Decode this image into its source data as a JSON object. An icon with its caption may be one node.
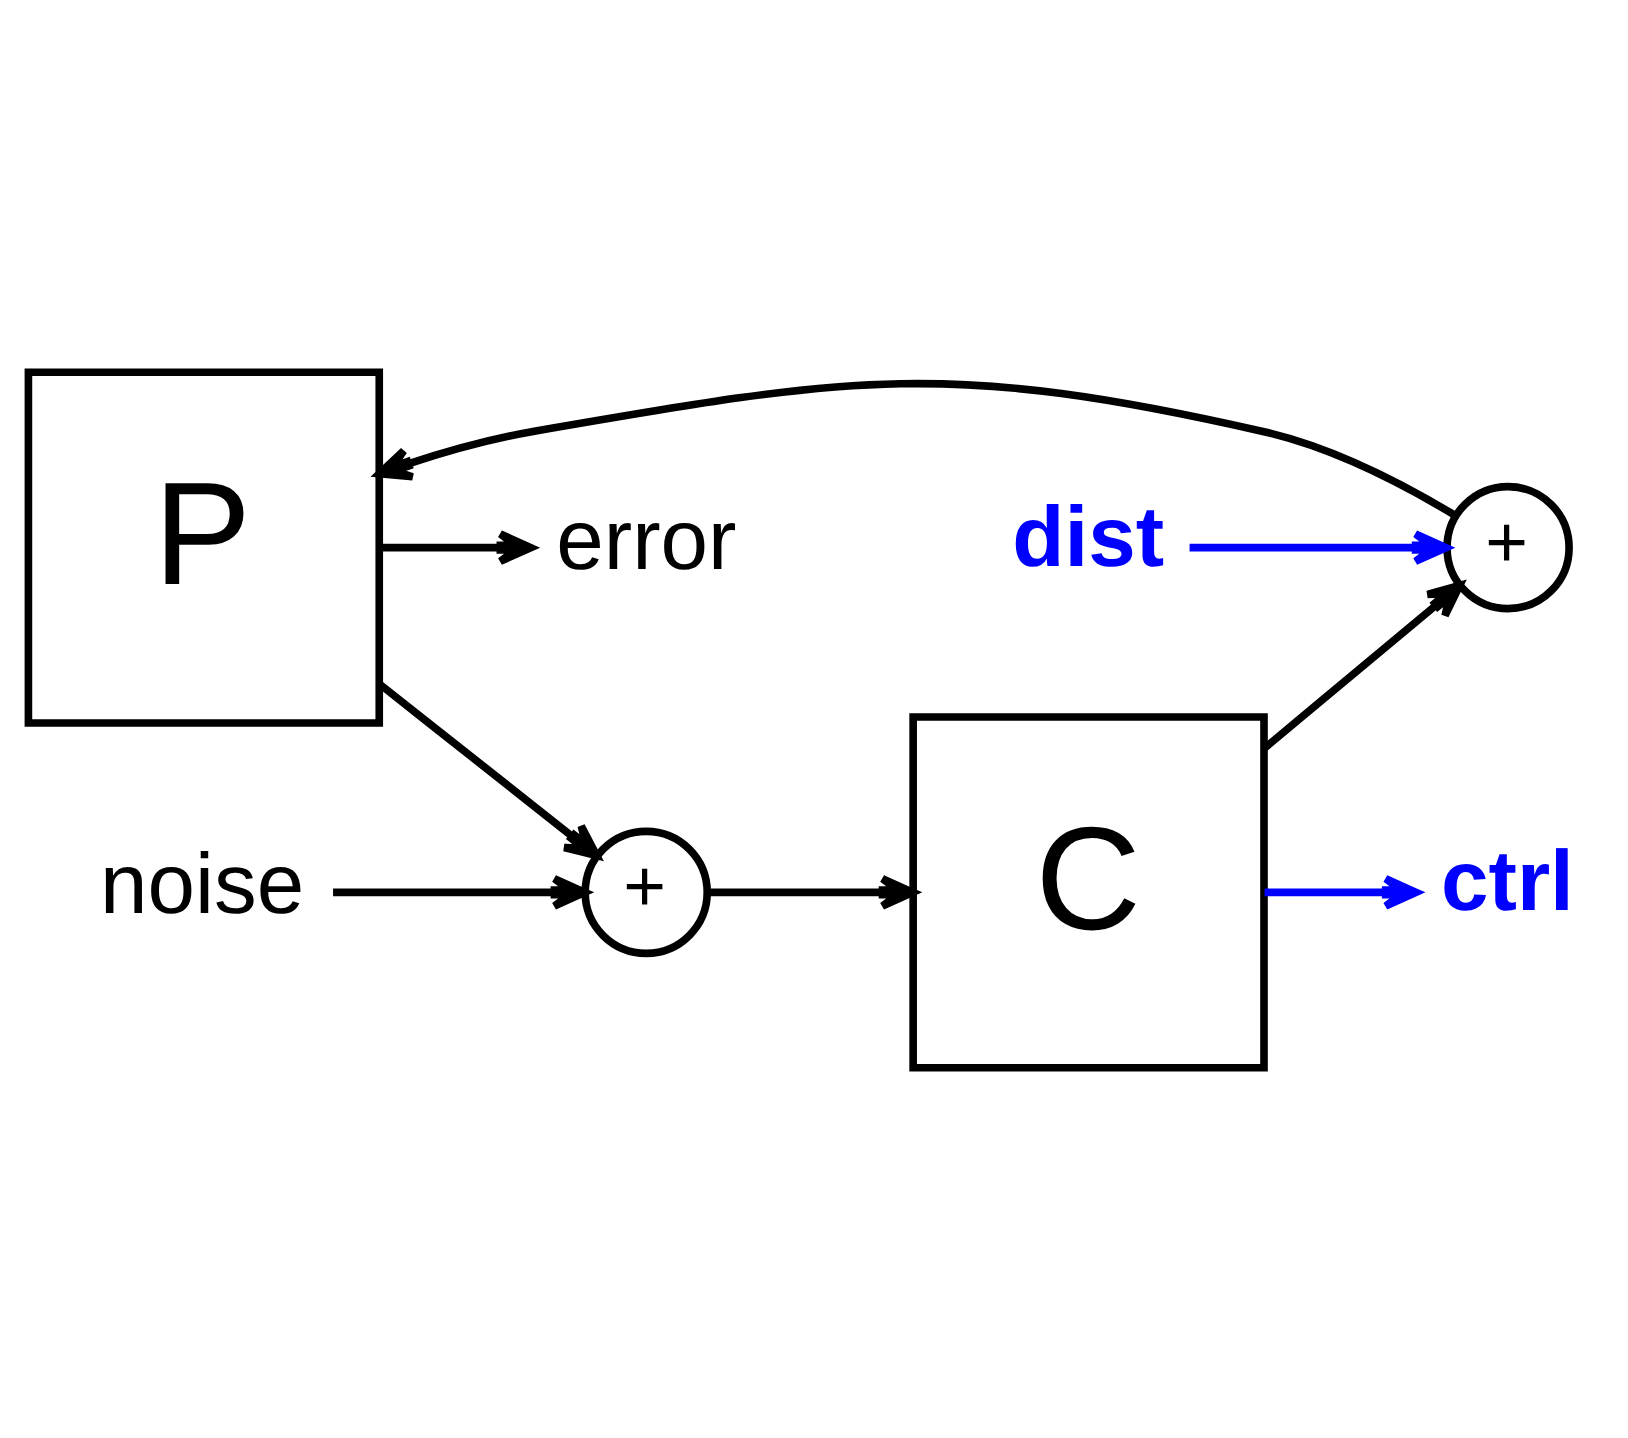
{
  "diagram": {
    "nodes": [
      {
        "text": [
          "error"
        ]
      },
      {
        "text": [
          "+"
        ]
      },
      {
        "text": [
          "C"
        ]
      },
      {
        "text": [
          "ctrl"
        ]
      },
      {
        "text": [
          "noise"
        ]
      },
      {
        "text": [
          "dist"
        ]
      },
      {
        "text": [
          "+"
        ]
      },
      {
        "text": [
          "P"
        ]
      }
    ],
    "edges": [
      {
        "from": 7,
        "to": 0,
        "arrow": "to"
      },
      {
        "from": 7,
        "to": 1,
        "arrow": "to"
      },
      {
        "from": 4,
        "to": 1,
        "arrow": "to"
      },
      {
        "from": 1,
        "to": 2,
        "arrow": "to"
      },
      {
        "from": 2,
        "to": 3,
        "arrow": "to",
        "color": "#0000ff"
      },
      {
        "from": 2,
        "to": 6,
        "arrow": "to"
      },
      {
        "from": 5,
        "to": 6,
        "arrow": "to",
        "color": "#0000ff"
      },
      {
        "from": 6,
        "to": 7,
        "arrow": "to"
      }
    ]
  }
}
